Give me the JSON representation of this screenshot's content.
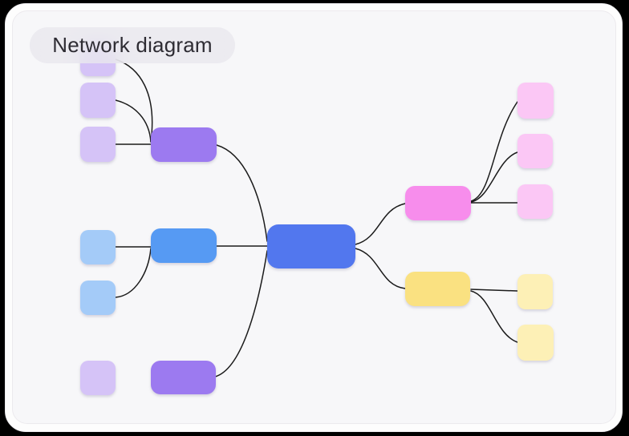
{
  "label": {
    "text": "Network diagram"
  },
  "palette": {
    "frame_bg": "#fdfdfd",
    "canvas_bg": "#f7f7f9",
    "edge": "#1b1b1b",
    "label_bg": "rgba(233,231,238,0.80)",
    "label_text": "#2e2c33",
    "purple_light": "#d5c3f7",
    "purple": "#9c7af0",
    "blue_light": "#a4cbf8",
    "blue": "#569af3",
    "blue_core": "#5277ee",
    "pink": "#f78dec",
    "pink_light": "#fbc7f5",
    "yellow": "#fae181",
    "yellow_light": "#fdf0b6"
  },
  "diagram": {
    "nodes": [
      {
        "id": "purple-small-1",
        "color": "purple_light"
      },
      {
        "id": "purple-small-2",
        "color": "purple_light"
      },
      {
        "id": "purple-small-3",
        "color": "purple_light"
      },
      {
        "id": "blue-small-1",
        "color": "blue_light"
      },
      {
        "id": "blue-small-2",
        "color": "blue_light"
      },
      {
        "id": "purple-small-4",
        "color": "purple_light"
      },
      {
        "id": "purple-mid-1",
        "color": "purple"
      },
      {
        "id": "blue-mid",
        "color": "blue"
      },
      {
        "id": "purple-mid-2",
        "color": "purple"
      },
      {
        "id": "core",
        "color": "blue_core"
      },
      {
        "id": "pink-mid",
        "color": "pink"
      },
      {
        "id": "yellow-mid",
        "color": "yellow"
      },
      {
        "id": "pink-small-1",
        "color": "pink_light"
      },
      {
        "id": "pink-small-2",
        "color": "pink_light"
      },
      {
        "id": "pink-small-3",
        "color": "pink_light"
      },
      {
        "id": "yellow-small-1",
        "color": "yellow_light"
      },
      {
        "id": "yellow-small-2",
        "color": "yellow_light"
      }
    ],
    "edges": [
      {
        "from": "purple-small-1",
        "to": "purple-mid-1"
      },
      {
        "from": "purple-small-2",
        "to": "purple-mid-1"
      },
      {
        "from": "purple-small-3",
        "to": "purple-mid-1"
      },
      {
        "from": "purple-mid-1",
        "to": "core"
      },
      {
        "from": "blue-small-1",
        "to": "blue-mid"
      },
      {
        "from": "blue-small-2",
        "to": "blue-mid"
      },
      {
        "from": "blue-mid",
        "to": "core"
      },
      {
        "from": "purple-mid-2",
        "to": "core"
      },
      {
        "from": "core",
        "to": "pink-mid"
      },
      {
        "from": "core",
        "to": "yellow-mid"
      },
      {
        "from": "pink-mid",
        "to": "pink-small-1"
      },
      {
        "from": "pink-mid",
        "to": "pink-small-2"
      },
      {
        "from": "pink-mid",
        "to": "pink-small-3"
      },
      {
        "from": "yellow-mid",
        "to": "yellow-small-1"
      },
      {
        "from": "yellow-mid",
        "to": "yellow-small-2"
      }
    ]
  }
}
